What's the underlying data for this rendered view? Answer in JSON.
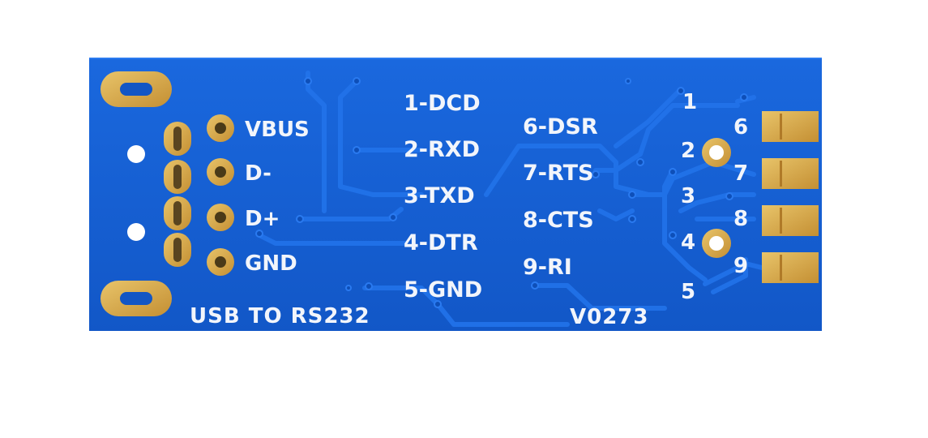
{
  "board": {
    "usb_labels": [
      "VBUS",
      "D-",
      "D+",
      "GND"
    ],
    "signal_labels_left": [
      "1-DCD",
      "2-RXD",
      "3-TXD",
      "4-DTR",
      "5-GND"
    ],
    "signal_labels_right": [
      "6-DSR",
      "7-RTS",
      "8-CTS",
      "9-RI"
    ],
    "pin_numbers_left": [
      "1",
      "2",
      "3",
      "4",
      "5"
    ],
    "pin_numbers_right": [
      "6",
      "7",
      "8",
      "9"
    ],
    "title": "USB TO RS232",
    "version": "V0273",
    "colors": {
      "pcb": "#1560d4",
      "trace": "#1f6fe6",
      "copper": "#d6a84a",
      "silkscreen": "#f2f5fb"
    }
  }
}
